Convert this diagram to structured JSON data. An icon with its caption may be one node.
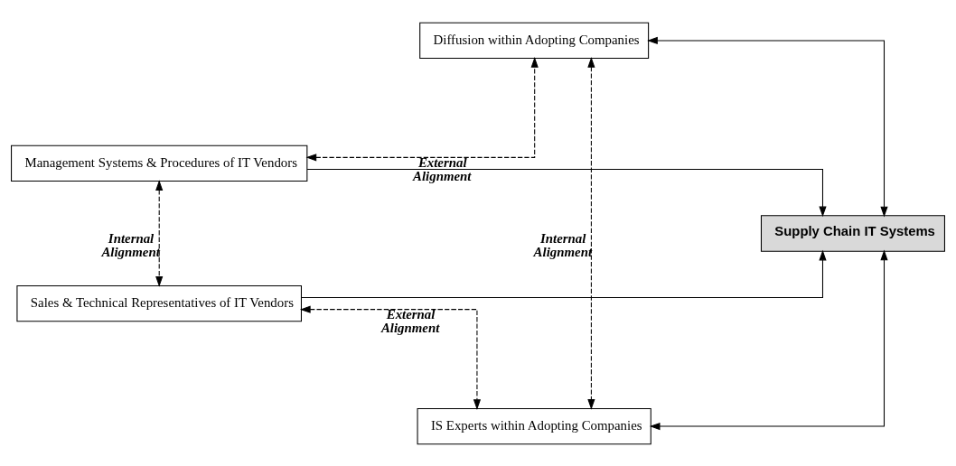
{
  "diagram": {
    "nodes": [
      {
        "text": [
          "Management Systems & Procedures of IT Vendors"
        ]
      },
      {
        "text": [
          "Diffusion within Adopting Companies"
        ]
      },
      {
        "text": [
          "Supply Chain IT Systems"
        ]
      },
      {
        "text": [
          "IS Experts within Adopting Companies"
        ]
      },
      {
        "text": [
          "Sales & Technical Representatives of IT Vendors"
        ]
      }
    ],
    "edges": [
      {
        "from": 0,
        "to": 1,
        "arrow": "both",
        "style": "dashed",
        "label": "External Alignment"
      },
      {
        "from": 0,
        "to": 2,
        "arrow": "to"
      },
      {
        "from": 1,
        "to": 2,
        "arrow": "both"
      },
      {
        "from": 0,
        "to": 4,
        "arrow": "both",
        "style": "dashed",
        "label": "Internal Alignment"
      },
      {
        "from": 1,
        "to": 3,
        "arrow": "both",
        "style": "dashed",
        "label": "Internal Alignment"
      },
      {
        "from": 4,
        "to": 3,
        "arrow": "both",
        "style": "dashed",
        "label": "External Alignment"
      },
      {
        "from": 3,
        "to": 2,
        "arrow": "both"
      },
      {
        "from": 4,
        "to": 2,
        "arrow": "to"
      }
    ]
  }
}
